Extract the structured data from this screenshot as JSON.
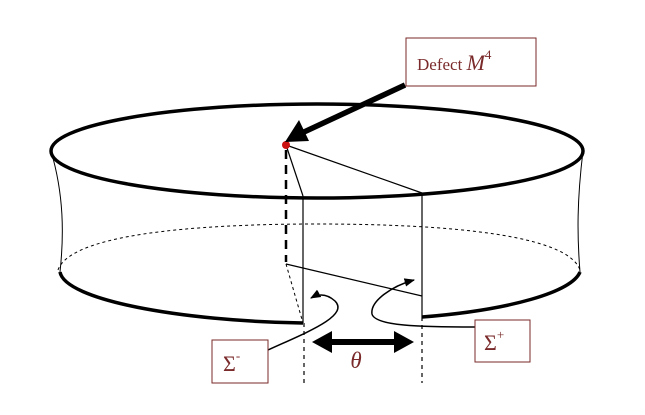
{
  "labels": {
    "defect": {
      "prefix": "Defect ",
      "symbol": "M",
      "superscript": "4"
    },
    "sigma_minus": {
      "symbol": "Σ",
      "superscript": "-"
    },
    "sigma_plus": {
      "symbol": "Σ",
      "superscript": "+"
    },
    "angle": "θ"
  },
  "colors": {
    "label_text": "#7a2a2a",
    "box_border": "#7a2a2a",
    "defect_point": "#cc1111",
    "stroke": "#000000"
  }
}
